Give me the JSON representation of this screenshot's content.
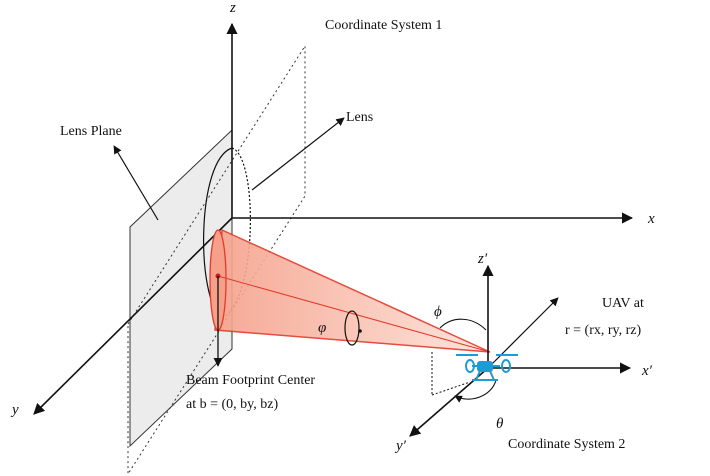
{
  "diagram": {
    "titles": {
      "system1": "Coordinate System 1",
      "system2": "Coordinate System 2"
    },
    "labels": {
      "lens_plane": "Lens Plane",
      "lens": "Lens",
      "uav_line1": "UAV at",
      "uav_line2": "r = (rx, ry, rz)",
      "beam_line1": "Beam Footprint Center",
      "beam_line2": "at b = (0, by, bz)"
    },
    "axes": {
      "x": "x",
      "y": "y",
      "z": "z",
      "x_prime": "x′",
      "y_prime": "y′",
      "z_prime": "z′"
    },
    "angles": {
      "phi": "ϕ",
      "theta": "θ",
      "varphi": "φ"
    },
    "colors": {
      "beam_fill": "#f8b4a0",
      "beam_edge": "#e23a2a",
      "uav": "#1e9ad6",
      "plane_fill": "#ececec"
    }
  }
}
